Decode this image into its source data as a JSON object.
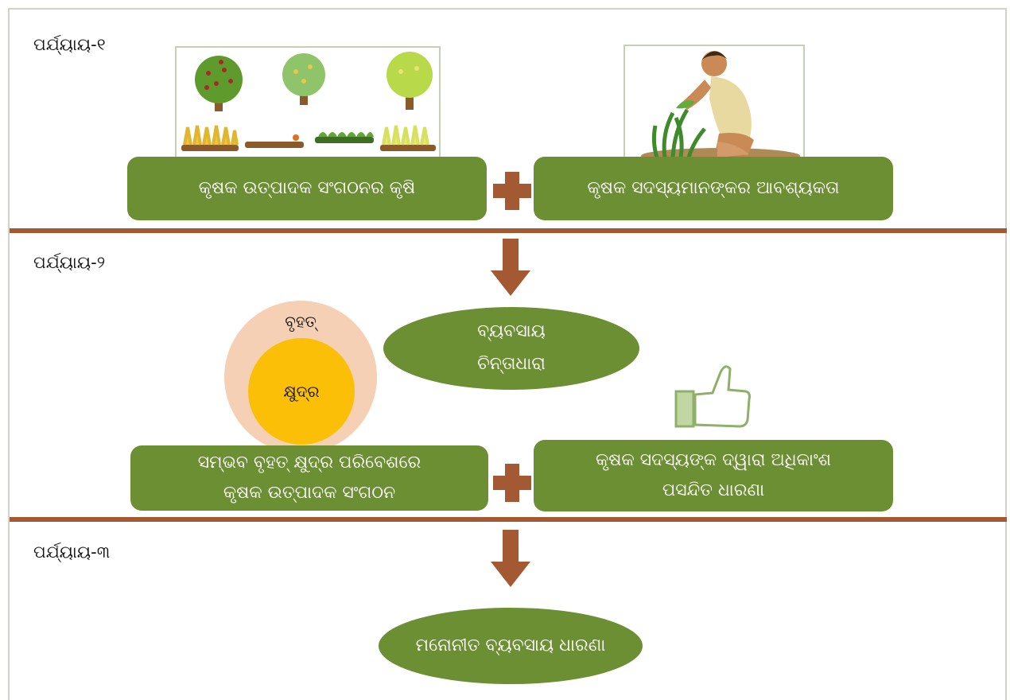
{
  "stages": {
    "stage1": "ପର୍ଯ୍ୟାୟ-୧",
    "stage2": "ପର୍ଯ୍ୟାୟ-୨",
    "stage3": "ପର୍ଯ୍ୟାୟ-୩"
  },
  "stage1": {
    "left_box": "କୃଷକ ଉତ୍ପାଦକ ସଂଗଠନର କୃଷି",
    "right_box": "କୃଷକ ସଦସ୍ୟମାନଙ୍କର ଆବଶ୍ୟକତା"
  },
  "stage2": {
    "ellipse_line1": "ବ୍ୟବସାୟ",
    "ellipse_line2": "ଚିନ୍ତାଧାରା",
    "circle_outer": "ବୃହତ୍",
    "circle_inner": "କ୍ଷୁଦ୍ର",
    "left_box_line1": "ସମ୍ଭବ ବୃହତ୍ କ୍ଷୁଦ୍ର ପରିବେଶରେ",
    "left_box_line2": "କୃଷକ ଉତ୍ପାଦକ ସଂଗଠନ",
    "right_box_line1": "କୃଷକ ସଦସ୍ୟଙ୍କ ଦ୍ୱାରା ଅଧିକାଂଶ",
    "right_box_line2": "ପସନ୍ଦିତ ଧାରଣା"
  },
  "stage3": {
    "ellipse": "ମନୋନୀତ ବ୍ୟବସାୟ ଧାରଣା"
  },
  "colors": {
    "green": "#6b8f32",
    "brown": "#a35a33",
    "peach": "#f5d0b4",
    "yellow": "#fbbf08"
  },
  "icons": [
    "trees-crops-illustration",
    "farmer-illustration",
    "thumbs-up-icon",
    "plus-icon",
    "down-arrow-icon"
  ]
}
